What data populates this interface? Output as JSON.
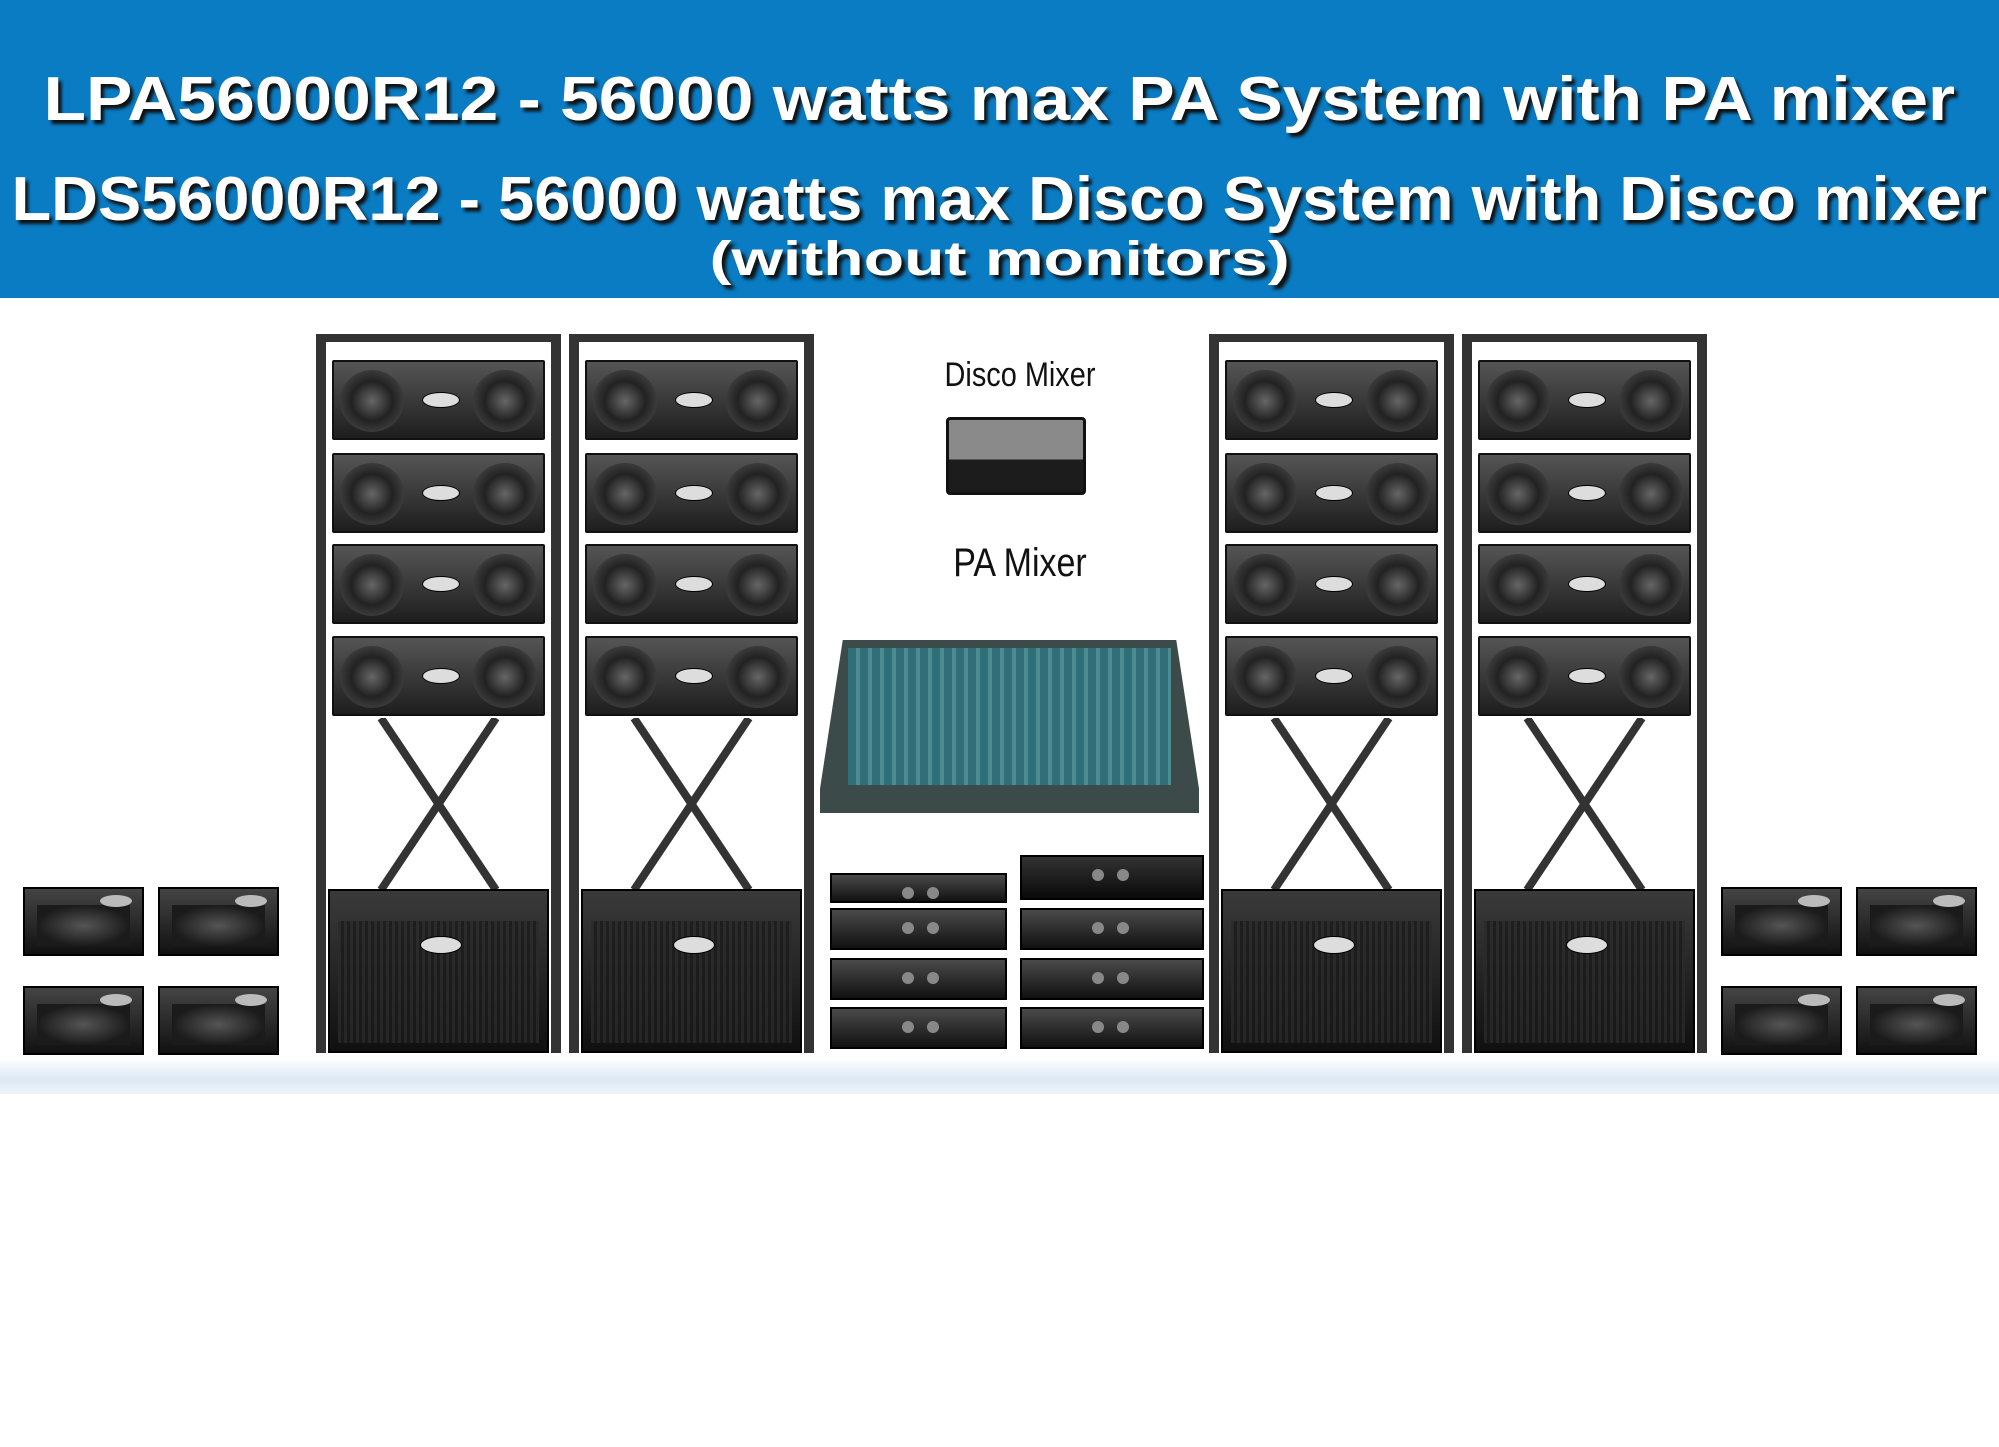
{
  "header": {
    "line1": "LPA56000R12 - 56000 watts max PA System with PA mixer",
    "line2": "LDS56000R12 - 56000 watts max Disco System with Disco mixer",
    "line3": "(without monitors)"
  },
  "labels": {
    "disco_mixer": "Disco Mixer",
    "pa_mixer": "PA Mixer"
  },
  "colors": {
    "banner": "#0a7cc4"
  }
}
